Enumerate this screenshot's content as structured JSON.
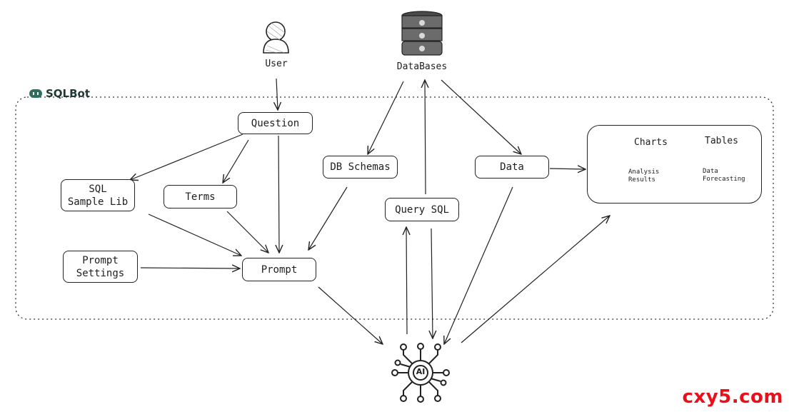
{
  "brand": {
    "name": "SQLBot",
    "color": "#2f6f5e"
  },
  "actors": {
    "user": "User",
    "databases": "DataBases"
  },
  "nodes": {
    "question": "Question",
    "sql_sample_lib": "SQL\nSample Lib",
    "terms": "Terms",
    "db_schemas": "DB Schemas",
    "data": "Data",
    "query_sql": "Query SQL",
    "prompt_settings": "Prompt\nSettings",
    "prompt": "Prompt"
  },
  "outputs": {
    "charts": "Charts",
    "tables": "Tables",
    "analysis_results": "Analysis\nResults",
    "data_forecasting": "Data\nForecasting"
  },
  "ai": {
    "label": "AI"
  },
  "watermark": {
    "text": "cxy5.com",
    "color": "#e8101a"
  },
  "icons": [
    "user-icon",
    "database-icon",
    "ai-chip-icon",
    "bar-chart-icon",
    "table-icon",
    "analysis-icon",
    "forecast-icon"
  ]
}
